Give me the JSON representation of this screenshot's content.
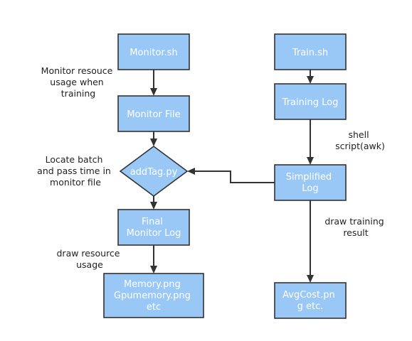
{
  "nodes": {
    "monitor_sh": {
      "lines": [
        "Monitor.sh"
      ]
    },
    "monitor_file": {
      "lines": [
        "Monitor File"
      ]
    },
    "add_tag": {
      "lines": [
        "addTag.py"
      ]
    },
    "final_log": {
      "lines": [
        "Final",
        "Monitor Log"
      ]
    },
    "memory_png": {
      "lines": [
        "Memory.png",
        "Gpumemory.png",
        "etc"
      ]
    },
    "train_sh": {
      "lines": [
        "Train.sh"
      ]
    },
    "training_log": {
      "lines": [
        "Training Log"
      ]
    },
    "simplified_log": {
      "lines": [
        "Simplified",
        "Log"
      ]
    },
    "avgcost": {
      "lines": [
        "AvgCost.pn",
        "g etc."
      ]
    }
  },
  "notes": {
    "monitor_usage": {
      "lines": [
        "Monitor resouce",
        "usage when",
        "training"
      ]
    },
    "locate_batch": {
      "lines": [
        "Locate batch",
        "and pass time in",
        "monitor file"
      ]
    },
    "draw_resource": {
      "lines": [
        "draw resource",
        "usage"
      ]
    },
    "shell_script": {
      "lines": [
        "shell",
        "script(awk)"
      ]
    },
    "draw_training": {
      "lines": [
        "draw training",
        "result"
      ]
    }
  },
  "colors": {
    "node_fill": "#99c8f7",
    "node_stroke": "#333333",
    "node_text": "#ffffff",
    "edge": "#333333",
    "note_text": "#222222"
  }
}
